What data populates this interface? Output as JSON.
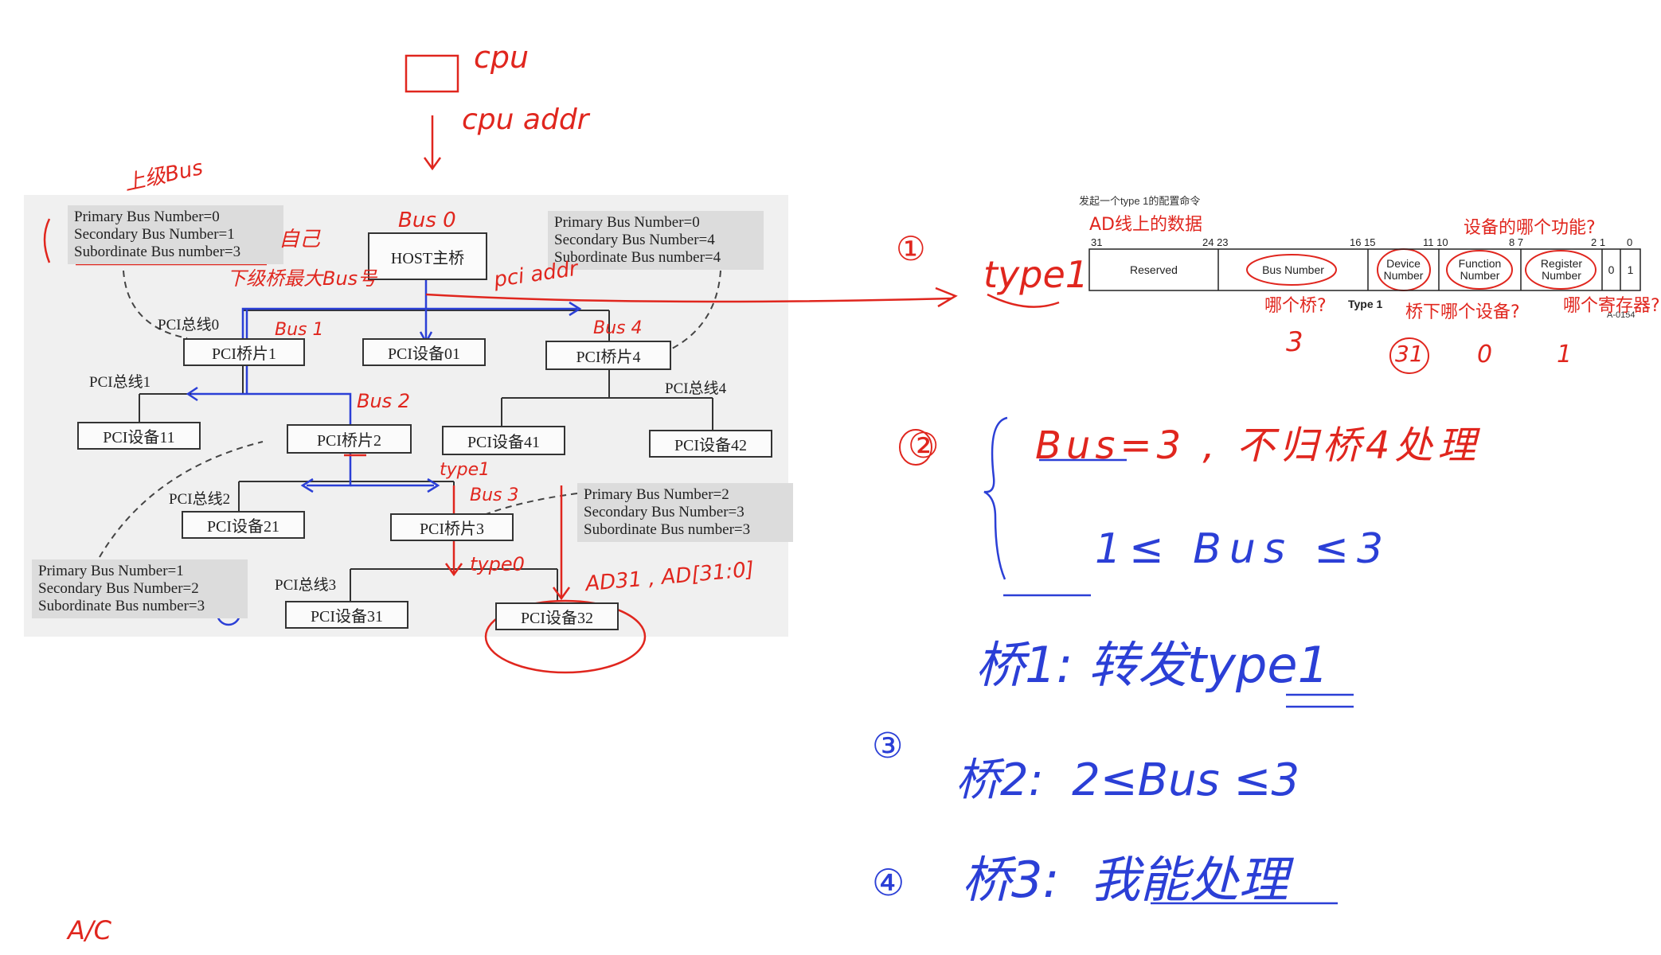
{
  "figure": {
    "host_bridge": "HOST主桥",
    "nodes": {
      "bridge1": "PCI桥片1",
      "bridge2": "PCI桥片2",
      "bridge3": "PCI桥片3",
      "bridge4": "PCI桥片4",
      "dev01": "PCI设备01",
      "dev11": "PCI设备11",
      "dev21": "PCI设备21",
      "dev31": "PCI设备31",
      "dev32": "PCI设备32",
      "dev41": "PCI设备41",
      "dev42": "PCI设备42"
    },
    "buses": {
      "bus0": "PCI总线0",
      "bus1": "PCI总线1",
      "bus2": "PCI总线2",
      "bus3": "PCI总线3",
      "bus4": "PCI总线4"
    },
    "info_bridge1": [
      "Primary Bus Number=0",
      "Secondary Bus Number=1",
      "Subordinate Bus number=3"
    ],
    "info_bridge4": [
      "Primary Bus Number=0",
      "Secondary Bus Number=4",
      "Subordinate Bus number=4"
    ],
    "info_bridge3": [
      "Primary Bus Number=2",
      "Secondary Bus Number=3",
      "Subordinate Bus number=3"
    ],
    "info_bridge2": [
      "Primary Bus Number=1",
      "Secondary Bus Number=2",
      "Subordinate Bus number=3"
    ]
  },
  "register": {
    "caption": "发起一个type 1的配置命令",
    "heading_left": "AD线上的数据",
    "heading_right": "设备的哪个功能?",
    "bits": [
      "31",
      "24 23",
      "16 15",
      "11 10",
      "8 7",
      "2 1",
      "0"
    ],
    "fields": [
      "Reserved",
      "Bus Number",
      "Device Number",
      "Function Number",
      "Register Number",
      "0",
      "1"
    ],
    "type_label": "Type 1",
    "fig_id": "A-0154",
    "note_which_bridge": "哪个桥?",
    "note_which_device": "桥下哪个设备?",
    "note_which_register": "哪个寄存器?"
  },
  "handwriting": {
    "cpu": "cpu",
    "cpu_addr": "cpu addr",
    "upper_bus": "上级Bus",
    "self": "自己",
    "lower_bridge_max_bus": "下级桥最大Bus号",
    "bus0": "Bus 0",
    "pci_addr": "pci addr",
    "bus1": "Bus 1",
    "bus4": "Bus 4",
    "bus2": "Bus 2",
    "bus3": "Bus 3",
    "type1": "type1",
    "type0": "type0",
    "ad_note": "AD31 , AD[31:0]",
    "step1": "①",
    "type1_big": "type1",
    "bus_num": "3",
    "dev_num": "31",
    "func_num": "0",
    "reg_num": "1",
    "step2": "②",
    "bus_eq_3": "Bus=3 , 不归桥4处理",
    "range": "1≤ Bus ≤3",
    "bridge1_forward": "桥1: 转发type1",
    "step3": "③",
    "bridge2": "桥2:  2≤Bus ≤3",
    "step4": "④",
    "bridge3": "桥3:  我能处理",
    "bottom": "A/C"
  }
}
